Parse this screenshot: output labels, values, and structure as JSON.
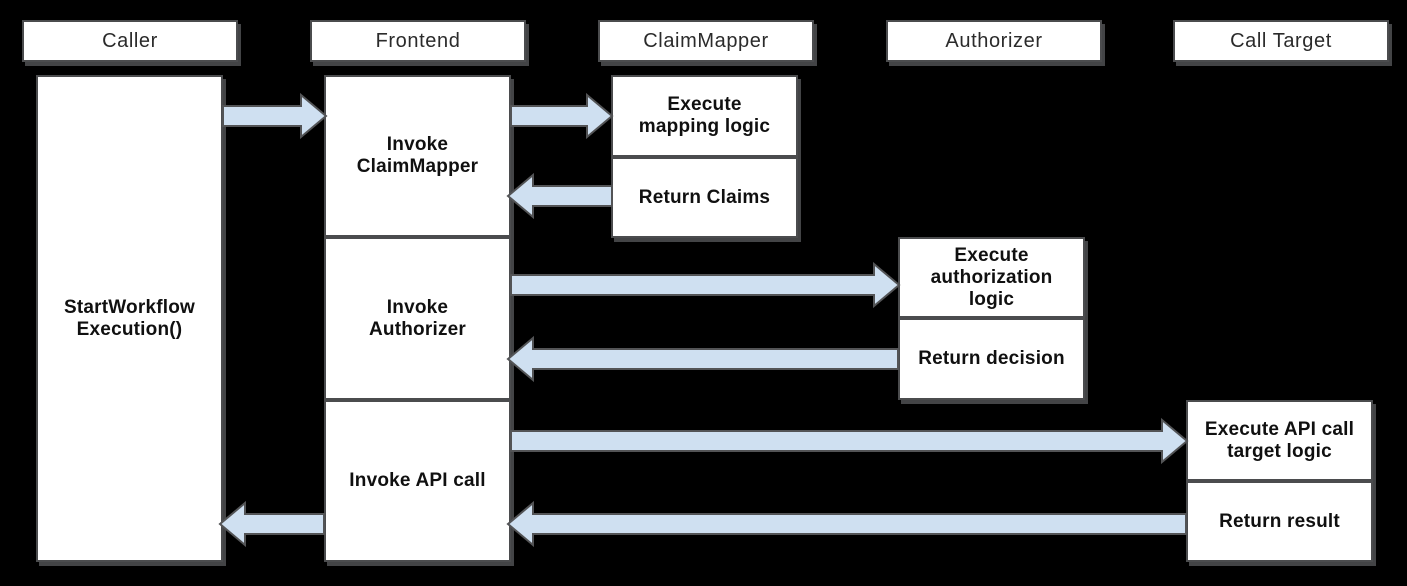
{
  "colors": {
    "background": "#000000",
    "box_fill": "#ffffff",
    "box_border": "#4b4c4e",
    "box_shadow": "#434446",
    "arrow_fill": "#cfe0f1",
    "arrow_outline": "#535456",
    "header_text": "#2b2b2b",
    "step_text": "#101010"
  },
  "lifelines": {
    "caller": "Caller",
    "frontend": "Frontend",
    "claimmapper": "ClaimMapper",
    "authorizer": "Authorizer",
    "calltarget": "Call Target"
  },
  "steps": {
    "caller_main": {
      "line1": "StartWorkflow",
      "line2": "Execution()"
    },
    "frontend_invoke_claimmapper": {
      "line1": "Invoke",
      "line2": "ClaimMapper"
    },
    "frontend_invoke_authorizer": {
      "line1": "Invoke",
      "line2": "Authorizer"
    },
    "frontend_invoke_api_call": {
      "line1": "Invoke API call"
    },
    "claimmapper_execute": {
      "line1": "Execute",
      "line2": "mapping logic"
    },
    "claimmapper_return": {
      "line1": "Return Claims"
    },
    "authorizer_execute": {
      "line1": "Execute",
      "line2": "authorization",
      "line3": "logic"
    },
    "authorizer_return": {
      "line1": "Return decision"
    },
    "calltarget_execute": {
      "line1": "Execute API call",
      "line2": "target logic"
    },
    "calltarget_return": {
      "line1": "Return result"
    }
  },
  "messages": [
    {
      "from": "Caller",
      "to": "Frontend",
      "direction": "right"
    },
    {
      "from": "Frontend",
      "to": "ClaimMapper",
      "direction": "right"
    },
    {
      "from": "ClaimMapper",
      "to": "Frontend",
      "direction": "left"
    },
    {
      "from": "Frontend",
      "to": "Authorizer",
      "direction": "right"
    },
    {
      "from": "Authorizer",
      "to": "Frontend",
      "direction": "left"
    },
    {
      "from": "Frontend",
      "to": "Call Target",
      "direction": "right"
    },
    {
      "from": "Call Target",
      "to": "Frontend",
      "direction": "left"
    },
    {
      "from": "Frontend",
      "to": "Caller",
      "direction": "left"
    }
  ]
}
